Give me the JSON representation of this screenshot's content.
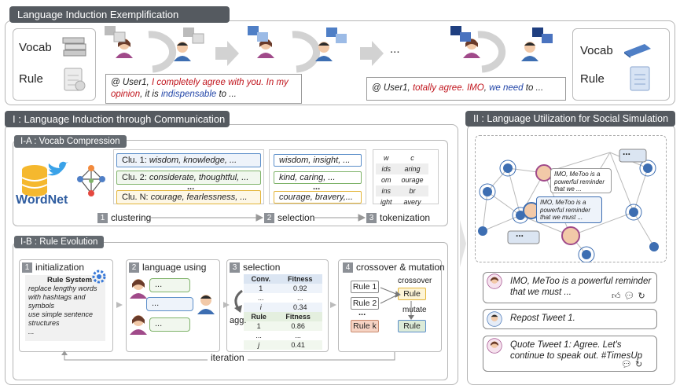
{
  "top": {
    "title": "Language Induction Exemplification",
    "vocab_label": "Vocab",
    "rule_label": "Rule",
    "ellipsis": "...",
    "msg1": {
      "user": "@ User1, ",
      "red": "I completely agree with you. In my opinion",
      "mid": ", it is ",
      "blue": "indispensable",
      "end": " to ..."
    },
    "msg2": {
      "user": "@ User1, ",
      "red": "totally agree. IMO",
      "mid": ", ",
      "blue": "we need",
      "end": " to ..."
    }
  },
  "part1": {
    "title": "I : Language Induction through Communication",
    "ia": {
      "title": "I-A : Vocab Compression",
      "wordnet": "WordNet",
      "clusters": [
        {
          "name": "Clu. 1: ",
          "words": "wisdom, knowledge, ..."
        },
        {
          "name": "Clu. 2: ",
          "words": "considerate, thoughtful, ..."
        },
        {
          "name": "Clu. N: ",
          "words": "courage, fearlessness, ..."
        }
      ],
      "cluster_dots": "...",
      "selections": [
        "wisdom, insight, ...",
        "kind, caring, ...",
        "courage, bravery,..."
      ],
      "selection_dots": "...",
      "tokens": [
        [
          "w",
          "c"
        ],
        [
          "ids",
          "aring"
        ],
        [
          "om",
          "ourage"
        ],
        [
          "ins",
          "br"
        ],
        [
          "ight",
          "avery"
        ]
      ],
      "steps": [
        {
          "num": "1",
          "label": "clustering"
        },
        {
          "num": "2",
          "label": "selection"
        },
        {
          "num": "3",
          "label": "tokenization"
        }
      ]
    },
    "ib": {
      "title": "I-B : Rule Evolution",
      "init": {
        "num": "1",
        "label": "initialization",
        "system_title": "Rule System",
        "rules": [
          "replace lengthy words with hashtags and symbols",
          "use simple sentence structures",
          "..."
        ]
      },
      "lang": {
        "num": "2",
        "label": "language using",
        "bubble": "..."
      },
      "selection": {
        "num": "3",
        "label": "selection",
        "agg": "agg.",
        "conv_header": [
          "Conv.",
          "Fitness"
        ],
        "conv_rows": [
          [
            "1",
            "0.92"
          ],
          [
            "...",
            "..."
          ],
          [
            "i",
            "0.34"
          ]
        ],
        "rule_header": [
          "Rule",
          "Fitness"
        ],
        "rule_rows": [
          [
            "1",
            "0.86"
          ],
          [
            "...",
            "..."
          ],
          [
            "j",
            "0.41"
          ]
        ]
      },
      "crossover": {
        "num": "4",
        "label": "crossover & mutation",
        "rules": [
          "Rule 1",
          "Rule 2",
          "...",
          "Rule k"
        ],
        "crossover": "crossover",
        "mutate": "mutate",
        "child": "Rule",
        "mutant": "Rule"
      },
      "iteration": "iteration"
    }
  },
  "part2": {
    "title": "II : Language Utilization for Social Simulation",
    "net_bubble1": "IMO, MeToo is a powerful reminder that we ...",
    "net_bubble2": "IMO, MeToo is a powerful reminder that we must ...",
    "dots": "...",
    "tweets": [
      "IMO, MeToo is a powerful reminder that we must ...",
      "Repost Tweet 1.",
      "Quote Tweet 1: Agree. Let's continue to speak out. #TimesUp"
    ]
  },
  "colors": {
    "tab": "#555a60",
    "clu_blue": "#5b8ec9",
    "clu_green": "#7fb36a",
    "clu_yellow": "#e3b53a",
    "rule_pink": "#f6d3c3",
    "rule_green": "#dcebd8"
  }
}
